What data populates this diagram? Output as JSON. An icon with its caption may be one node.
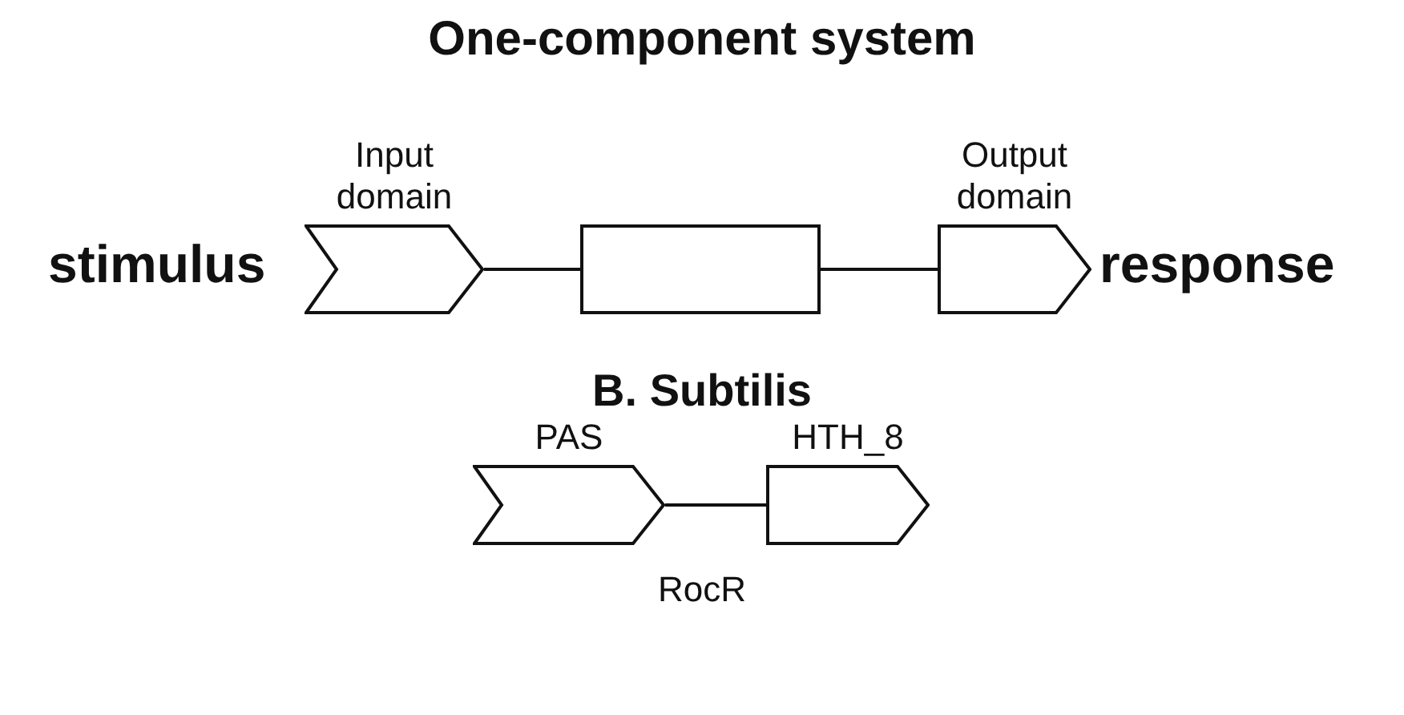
{
  "diagram": {
    "title": "One-component system",
    "nodes": [
      {
        "text": [
          "Input domain"
        ]
      },
      {
        "text": [],
        "shape": "box"
      },
      {
        "text": [
          "Output domain"
        ]
      },
      {
        "text": [
          "PAS"
        ]
      },
      {
        "text": [
          "HTH_8"
        ]
      }
    ],
    "edges": [
      {
        "from": 0,
        "to": 1,
        "arrow": "none"
      },
      {
        "from": 1,
        "to": 2,
        "arrow": "none"
      },
      {
        "from": 3,
        "to": 4,
        "arrow": "none"
      }
    ],
    "labels": [
      "stimulus",
      "response",
      "B. Subtilis",
      "RocR"
    ]
  }
}
